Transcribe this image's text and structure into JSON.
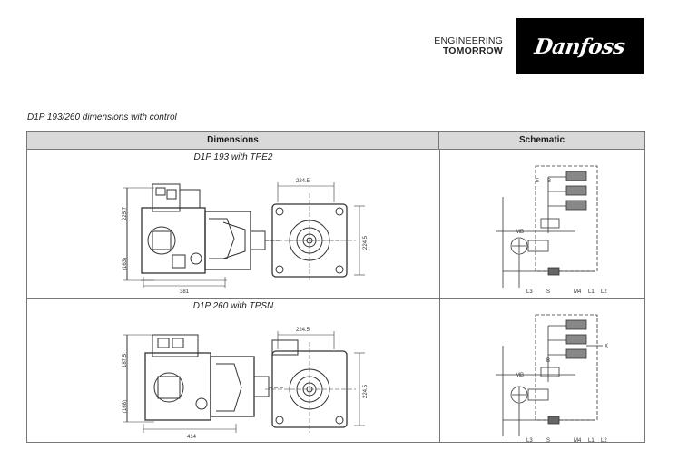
{
  "header": {
    "tagline_line1": "ENGINEERING",
    "tagline_line2": "TOMORROW",
    "logo_text": "Danfoss"
  },
  "section_title": "D1P 193/260 dimensions with control",
  "table": {
    "col_dimensions": "Dimensions",
    "col_schematic": "Schematic"
  },
  "rows": [
    {
      "title": "D1P 193 with TPE2",
      "dims": {
        "height_top": "225.7",
        "height_bottom": "(163)",
        "length": "381",
        "width": "224.5",
        "side_height": "224.5"
      },
      "schematic": {
        "e": "E",
        "b": "B",
        "mb": "MB",
        "l3": "L3",
        "s": "S",
        "m4": "M4",
        "l1": "L1",
        "l2": "L2"
      }
    },
    {
      "title": "D1P 260 with TPSN",
      "dims": {
        "height_top": "187.5",
        "height_bottom": "(168)",
        "length": "414",
        "width": "224.5",
        "side_height": "224.5"
      },
      "schematic": {
        "x": "X",
        "b": "B",
        "mb": "MB",
        "l3": "L3",
        "s": "S",
        "m4": "M4",
        "l1": "L1",
        "l2": "L2"
      }
    }
  ]
}
